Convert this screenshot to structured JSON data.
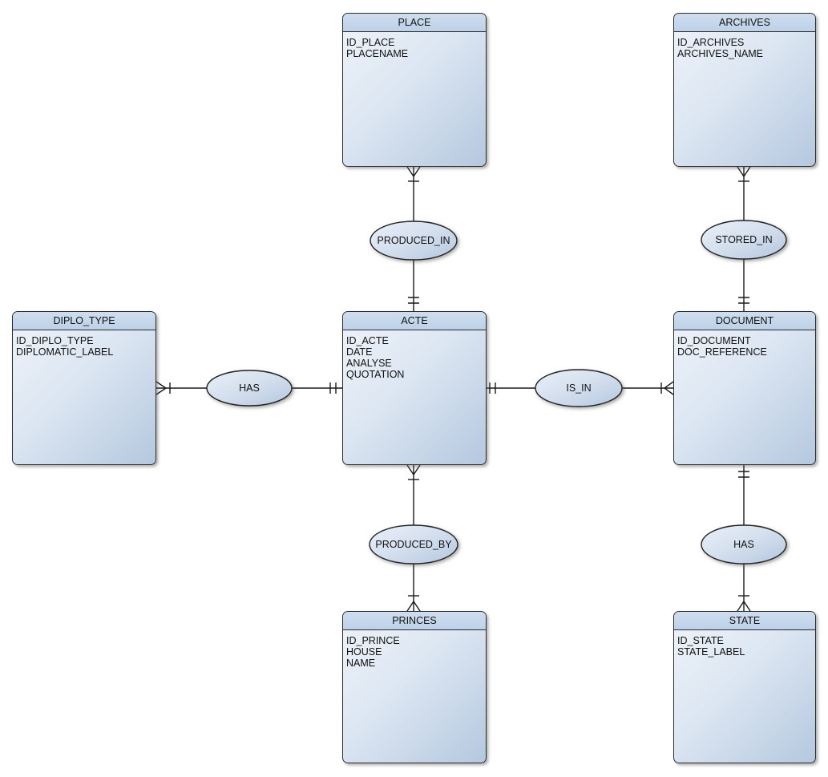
{
  "diagram_type": "entity-relationship-diagram",
  "notation": "crow-foot",
  "colors": {
    "background": "#ffffff",
    "entity_header_fill": "#c3d6e9",
    "entity_body_gradient_start": "#eef3f9",
    "entity_body_gradient_end": "#b5c8df",
    "ellipse_gradient_start": "#e7eef7",
    "ellipse_gradient_end": "#b7c9e0",
    "border": "#2b2b2b",
    "line": "#1a1a1a",
    "text": "#111111"
  },
  "entities": [
    {
      "name": "PLACE",
      "attributes": [
        "ID_PLACE",
        "PLACENAME"
      ]
    },
    {
      "name": "ARCHIVES",
      "attributes": [
        "ID_ARCHIVES",
        "ARCHIVES_NAME"
      ]
    },
    {
      "name": "DIPLO_TYPE",
      "attributes": [
        "ID_DIPLO_TYPE",
        "DIPLOMATIC_LABEL"
      ]
    },
    {
      "name": "ACTE",
      "attributes": [
        "ID_ACTE",
        "DATE",
        "ANALYSE",
        "QUOTATION"
      ]
    },
    {
      "name": "DOCUMENT",
      "attributes": [
        "ID_DOCUMENT",
        "DOC_REFERENCE"
      ]
    },
    {
      "name": "PRINCES",
      "attributes": [
        "ID_PRINCE",
        "HOUSE",
        "NAME"
      ]
    },
    {
      "name": "STATE",
      "attributes": [
        "ID_STATE",
        "STATE_LABEL"
      ]
    }
  ],
  "relationships": [
    {
      "label": "PRODUCED_IN",
      "end_a": {
        "entity": "PLACE",
        "cardinality": "one-or-many"
      },
      "end_b": {
        "entity": "ACTE",
        "cardinality": "exactly-one"
      }
    },
    {
      "label": "STORED_IN",
      "end_a": {
        "entity": "ARCHIVES",
        "cardinality": "one-or-many"
      },
      "end_b": {
        "entity": "DOCUMENT",
        "cardinality": "exactly-one"
      }
    },
    {
      "label": "HAS",
      "end_a": {
        "entity": "DIPLO_TYPE",
        "cardinality": "one-or-many"
      },
      "end_b": {
        "entity": "ACTE",
        "cardinality": "exactly-one"
      }
    },
    {
      "label": "IS_IN",
      "end_a": {
        "entity": "ACTE",
        "cardinality": "exactly-one"
      },
      "end_b": {
        "entity": "DOCUMENT",
        "cardinality": "one-or-many"
      }
    },
    {
      "label": "PRODUCED_BY",
      "end_a": {
        "entity": "ACTE",
        "cardinality": "one-or-many"
      },
      "end_b": {
        "entity": "PRINCES",
        "cardinality": "one-or-many"
      }
    },
    {
      "label": "HAS",
      "end_a": {
        "entity": "DOCUMENT",
        "cardinality": "exactly-one"
      },
      "end_b": {
        "entity": "STATE",
        "cardinality": "one-or-many"
      }
    }
  ]
}
